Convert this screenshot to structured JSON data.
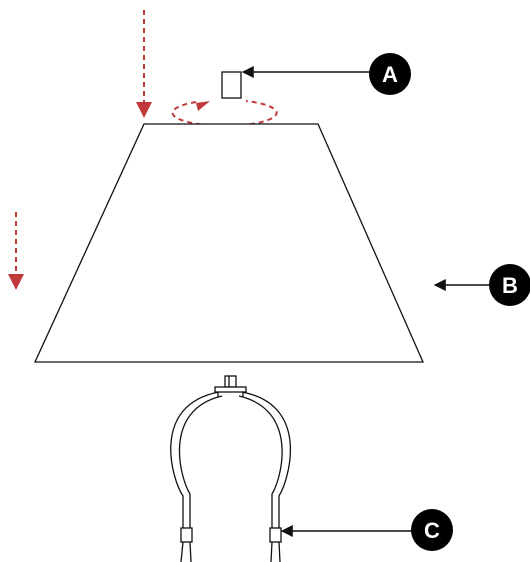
{
  "callouts": [
    {
      "id": "a",
      "label": "A",
      "target": "finial"
    },
    {
      "id": "b",
      "label": "B",
      "target": "lamp-shade"
    },
    {
      "id": "c",
      "label": "C",
      "target": "harp"
    }
  ],
  "colors": {
    "line": "#111111",
    "arrow_dashed": "#c0393b",
    "badge": "#000000",
    "badge_text": "#ffffff"
  },
  "icons": {
    "down_arrow": "dashed-down-arrow-icon",
    "rotate": "rotation-arrow-icon",
    "pointer": "pointer-arrow-icon"
  }
}
